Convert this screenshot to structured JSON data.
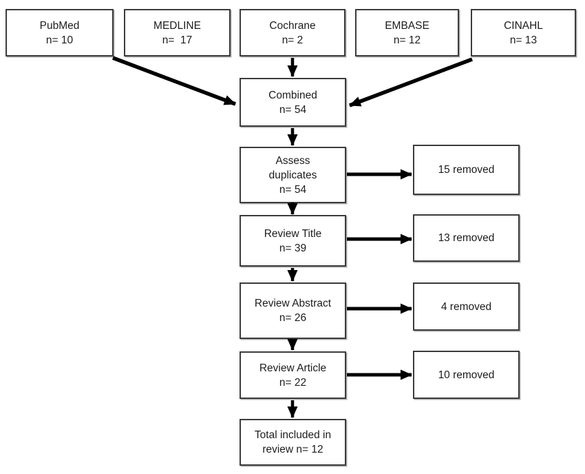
{
  "figure": {
    "background": "#ffffff",
    "colors": {
      "box_border": "#3b3b3b",
      "arrow": "#000000",
      "text": "#1c1c1c"
    },
    "sources": [
      {
        "name": "PubMed",
        "count": "n= 10"
      },
      {
        "name": "MEDLINE",
        "count": "n=  17"
      },
      {
        "name": "Cochrane",
        "count": "n= 2"
      },
      {
        "name": "EMBASE",
        "count": "n= 12"
      },
      {
        "name": "CINAHL",
        "count": "n= 13"
      }
    ],
    "steps": {
      "combined": {
        "line1": "Combined",
        "line2": "n= 54"
      },
      "duplicates": {
        "line1": "Assess",
        "line2": "duplicates",
        "line3": "n= 54"
      },
      "title": {
        "line1": "Review Title",
        "line2": "n= 39"
      },
      "abstract": {
        "line1": "Review Abstract",
        "line2": "n= 26"
      },
      "article": {
        "line1": "Review Article",
        "line2": "n= 22"
      },
      "total": {
        "line1": "Total included in",
        "line2": "review n= 12"
      }
    },
    "removed": {
      "duplicates": "15 removed",
      "title": "13 removed",
      "abstract": "4 removed",
      "article": "10 removed"
    },
    "edges": [
      "PubMed -> Combined",
      "MEDLINE -> Combined",
      "Cochrane -> Combined",
      "EMBASE -> Combined",
      "CINAHL -> Combined",
      "Combined -> Assess duplicates",
      "Assess duplicates -> 15 removed",
      "Assess duplicates -> Review Title",
      "Review Title -> 13 removed",
      "Review Title -> Review Abstract",
      "Review Abstract -> 4 removed",
      "Review Abstract -> Review Article",
      "Review Article -> 10 removed",
      "Review Article -> Total included in review"
    ]
  }
}
